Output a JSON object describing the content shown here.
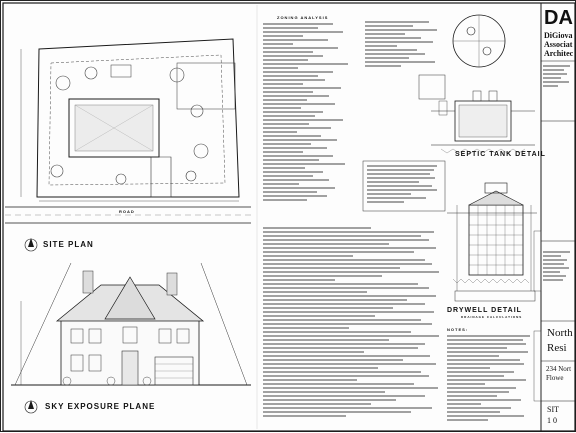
{
  "titles": {
    "site_plan": "SITE PLAN",
    "sky_exposure_plane": "SKY EXPOSURE PLANE",
    "septic_tank_detail": "SEPTIC TANK DETAIL",
    "drywell_detail": "DRYWELL DETAIL",
    "notes": "NOTES:",
    "zoning_analysis": "ZONING ANALYSIS",
    "drainage_calculations": "DRAINAGE CALCULATIONS",
    "road_label": "ROAD"
  },
  "title_block": {
    "logo_mark": "DA",
    "firm_line1": "DiGiova",
    "firm_line2": "Associat",
    "firm_line3": "Architec",
    "project_line1": "North",
    "project_line2": "Resi",
    "address_line1": "234 Nort",
    "address_line2": "Flowe",
    "sheet_label": "SIT",
    "sheet_number": "1 0"
  },
  "colors": {
    "line": "#1a1a1a",
    "hatch": "#555555",
    "paper": "#fdfdfd"
  }
}
